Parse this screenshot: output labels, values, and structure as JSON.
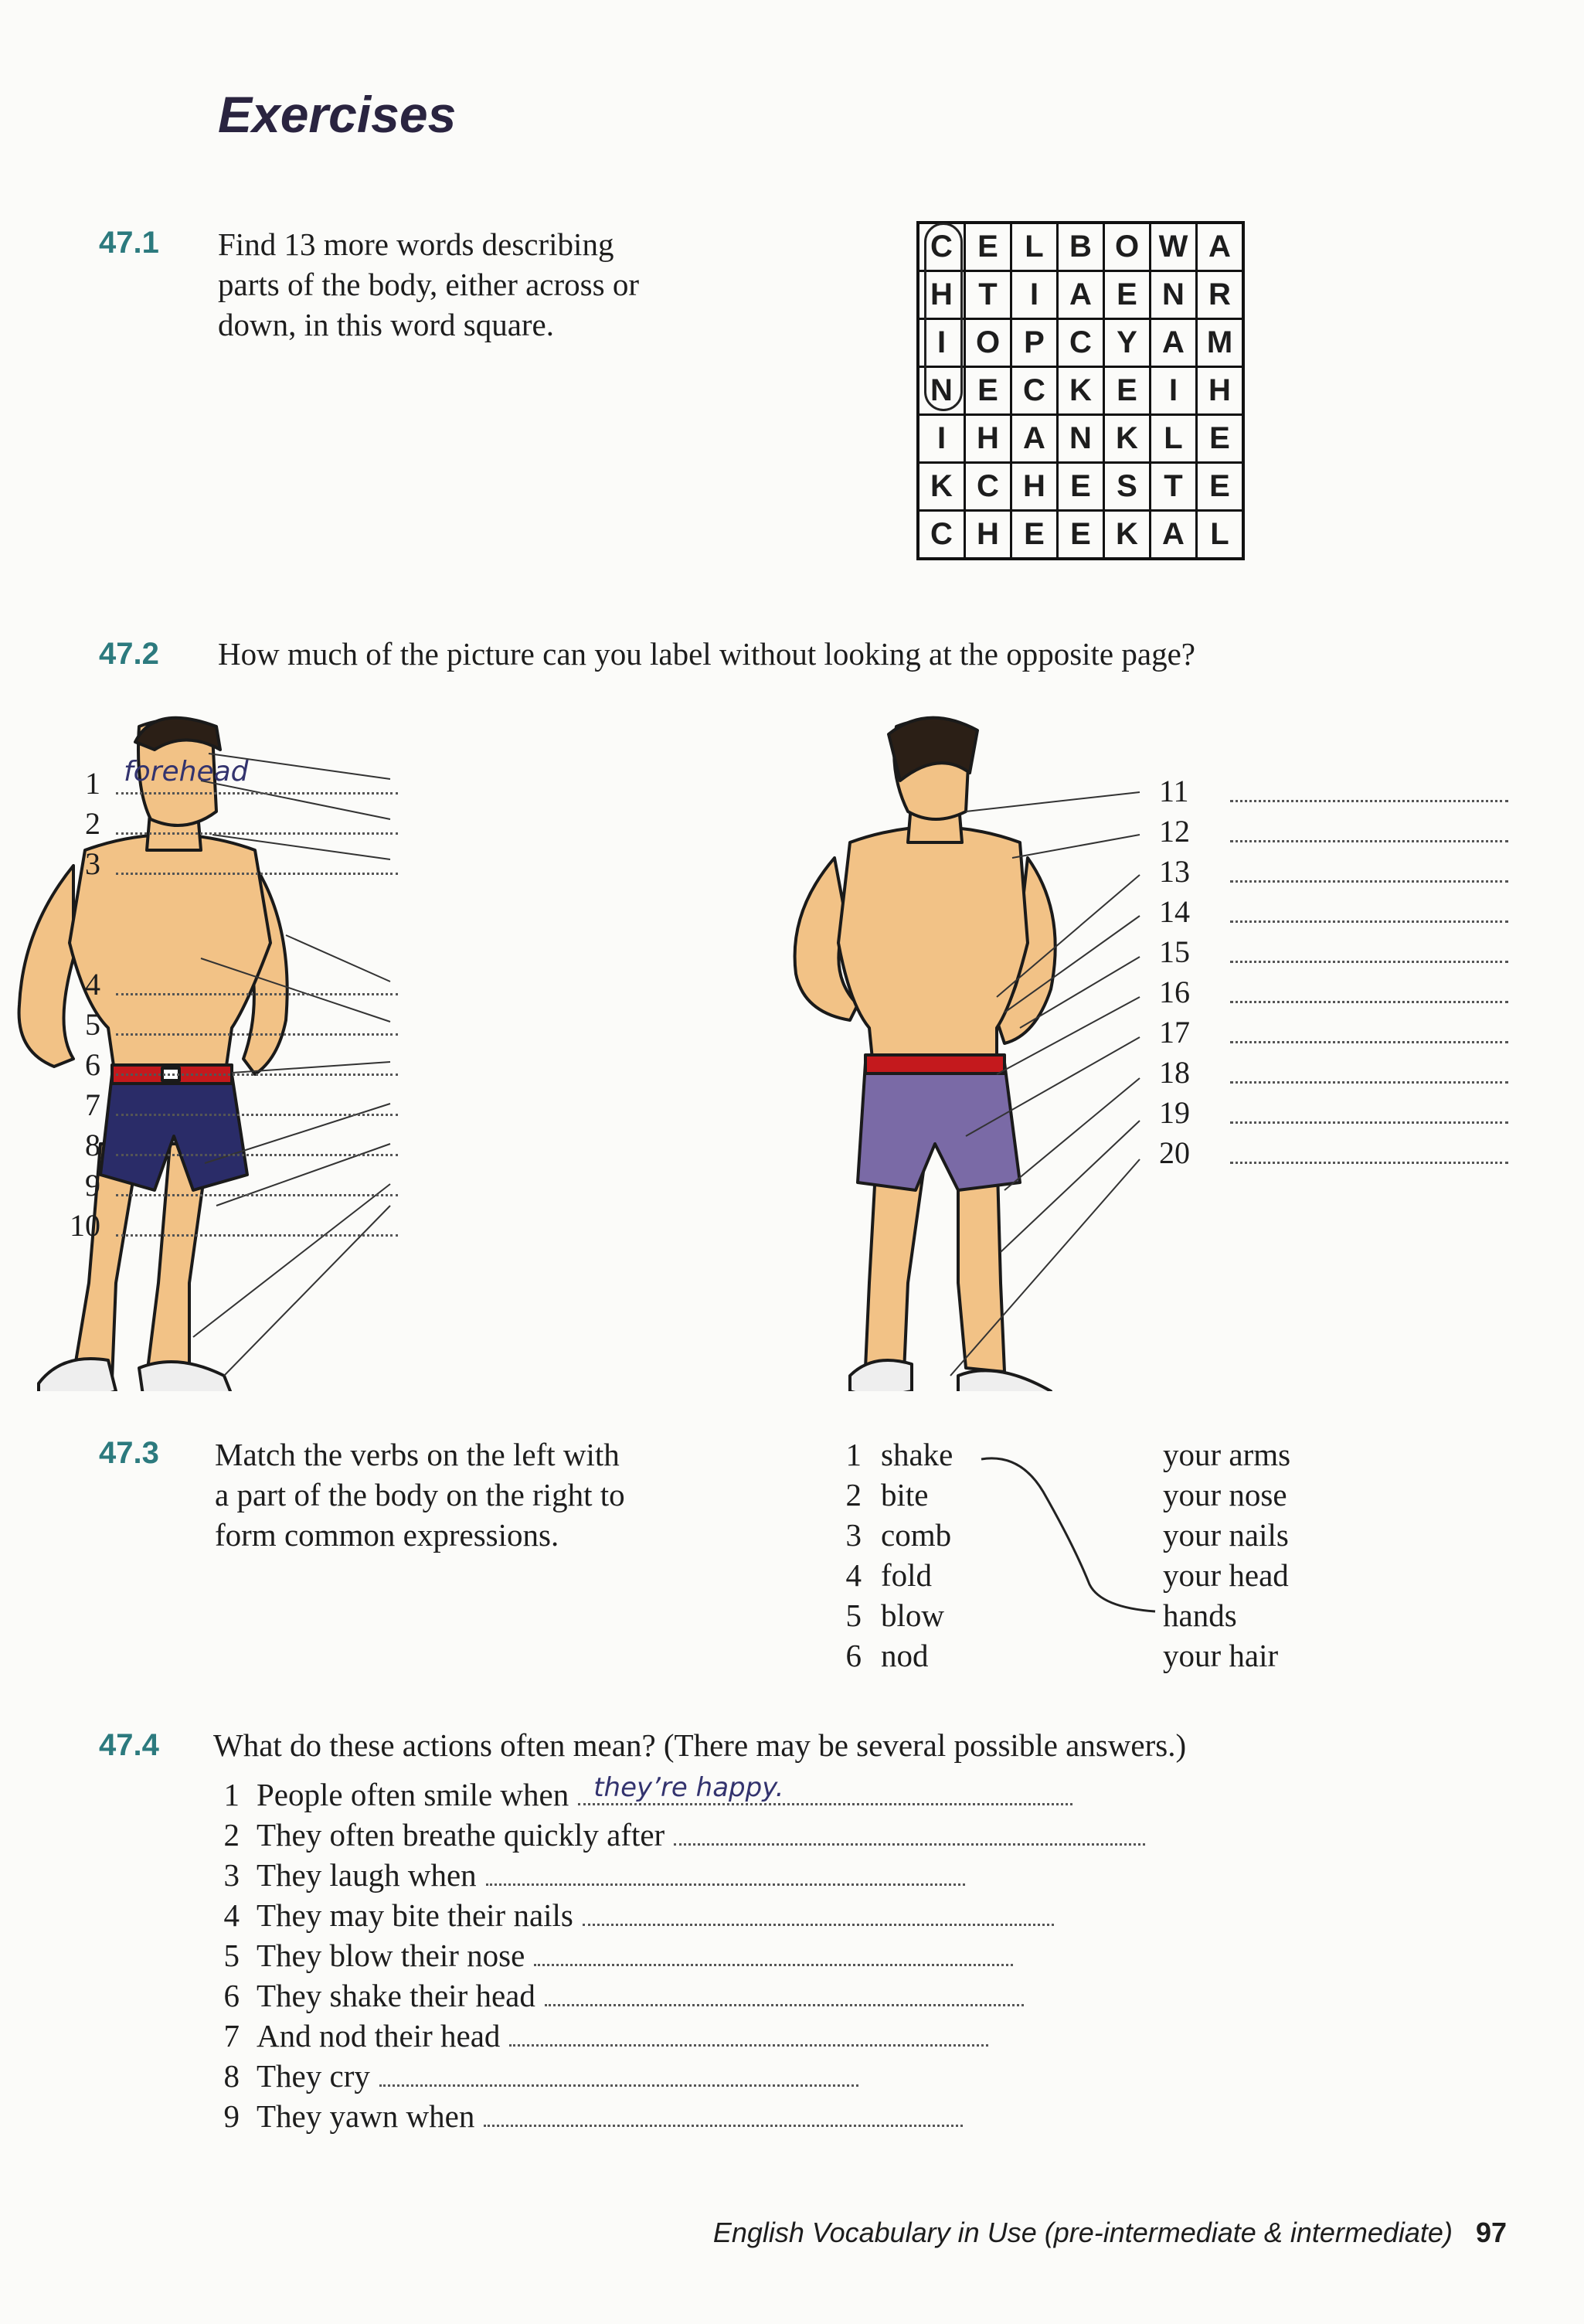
{
  "title": "Exercises",
  "ex1": {
    "number": "47.1",
    "instruction_lines": [
      "Find 13 more words describing",
      "parts of the body, either across or",
      "down, in this word square."
    ],
    "grid": [
      [
        "C",
        "E",
        "L",
        "B",
        "O",
        "W",
        "A"
      ],
      [
        "H",
        "T",
        "I",
        "A",
        "E",
        "N",
        "R"
      ],
      [
        "I",
        "O",
        "P",
        "C",
        "Y",
        "A",
        "M"
      ],
      [
        "N",
        "E",
        "C",
        "K",
        "E",
        "I",
        "H"
      ],
      [
        "I",
        "H",
        "A",
        "N",
        "K",
        "L",
        "E"
      ],
      [
        "K",
        "C",
        "H",
        "E",
        "S",
        "T",
        "E"
      ],
      [
        "C",
        "H",
        "E",
        "E",
        "K",
        "A",
        "L"
      ]
    ]
  },
  "ex2": {
    "number": "47.2",
    "instruction": "How much of the picture can you label without looking at the opposite page?",
    "front_labels": [
      "1",
      "2",
      "3",
      "4",
      "5",
      "6",
      "7",
      "8",
      "9",
      "10"
    ],
    "back_labels": [
      "11",
      "12",
      "13",
      "14",
      "15",
      "16",
      "17",
      "18",
      "19",
      "20"
    ],
    "answer_1": "forehead"
  },
  "ex3": {
    "number": "47.3",
    "instruction_lines": [
      "Match the verbs on the left with",
      "a part of the body on the right to",
      "form common expressions."
    ],
    "verbs": [
      {
        "num": "1",
        "text": "shake"
      },
      {
        "num": "2",
        "text": "bite"
      },
      {
        "num": "3",
        "text": "comb"
      },
      {
        "num": "4",
        "text": "fold"
      },
      {
        "num": "5",
        "text": "blow"
      },
      {
        "num": "6",
        "text": "nod"
      }
    ],
    "parts": [
      "your arms",
      "your nose",
      "your nails",
      "your head",
      "hands",
      "your hair"
    ]
  },
  "ex4": {
    "number": "47.4",
    "instruction": "What do these actions often mean? (There may be several possible answers.)",
    "items": [
      {
        "num": "1",
        "text": "People often smile when",
        "answer": "they’re happy."
      },
      {
        "num": "2",
        "text": "They often breathe quickly after",
        "answer": ""
      },
      {
        "num": "3",
        "text": "They laugh when",
        "answer": ""
      },
      {
        "num": "4",
        "text": "They may bite their nails",
        "answer": ""
      },
      {
        "num": "5",
        "text": "They blow their nose",
        "answer": ""
      },
      {
        "num": "6",
        "text": "They shake their head",
        "answer": ""
      },
      {
        "num": "7",
        "text": "And nod their head",
        "answer": ""
      },
      {
        "num": "8",
        "text": "They cry",
        "answer": ""
      },
      {
        "num": "9",
        "text": "They yawn when",
        "answer": ""
      }
    ]
  },
  "footer": {
    "book_title": "English Vocabulary in Use (pre-intermediate & intermediate)",
    "page_number": "97"
  }
}
